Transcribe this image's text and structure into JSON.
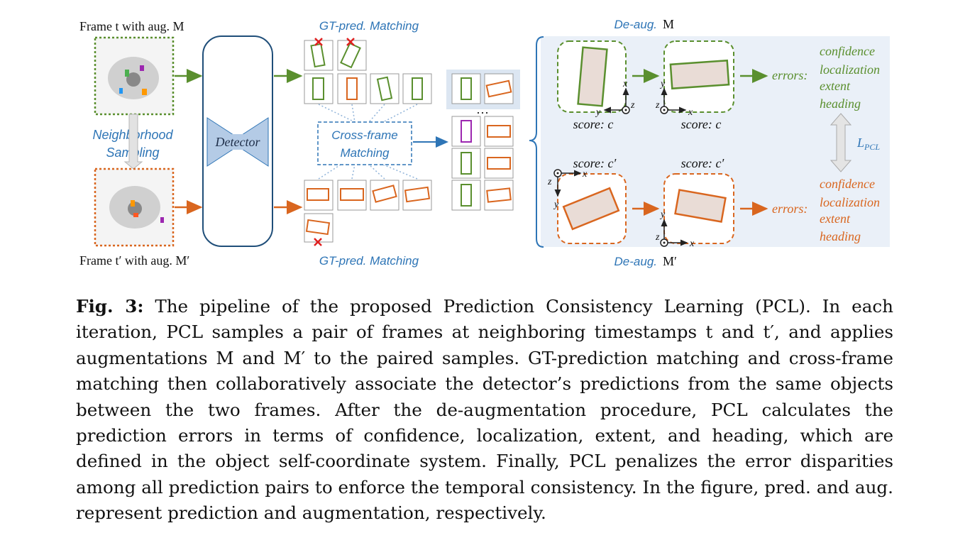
{
  "figure": {
    "frame_t_label": "Frame t with aug. M",
    "frame_t_prime_label": "Frame t′ with aug. M′",
    "neighborhood_sampling": [
      "Neighborhood",
      "Sampling"
    ],
    "detector": "Detector",
    "gt_pred_matching_top": "GT-pred. Matching",
    "gt_pred_matching_bottom": "GT-pred. Matching",
    "cross_frame_matching": [
      "Cross-frame",
      "Matching"
    ],
    "ellipsis": "···",
    "deaug_top_prefix": "De-aug.",
    "deaug_top_suffix": "M",
    "deaug_bottom_prefix": "De-aug.",
    "deaug_bottom_suffix": "M′",
    "score_c": "score: c",
    "score_c_prime": "score: c′",
    "errors_label": "errors:",
    "error_terms": [
      "confidence",
      "localization",
      "extent",
      "heading"
    ],
    "loss_label": "L",
    "loss_subscript": "PCL",
    "axis_x": "x",
    "axis_y": "y",
    "axis_z": "z",
    "colors": {
      "green": "#5a8f2e",
      "orange": "#d9661f",
      "blue": "#2e75b6",
      "panel_bg": "#eaf0f8",
      "detector_fill": "#b4cbe6"
    }
  },
  "caption": {
    "label": "Fig. 3:",
    "text": "The pipeline of the proposed Prediction Consistency Learning (PCL). In each iteration, PCL samples a pair of frames at neighboring timestamps t and t′, and applies augmentations M and M′ to the paired samples. GT-prediction matching and cross-frame matching then collaboratively associate the detector’s predictions from the same objects between the two frames. After the de-augmentation procedure, PCL calculates the prediction errors in terms of confidence, localization, extent, and heading, which are defined in the object self-coordinate system. Finally, PCL penalizes the error disparities among all prediction pairs to enforce the temporal consistency. In the figure, pred. and aug. represent prediction and augmentation, respectively."
  }
}
